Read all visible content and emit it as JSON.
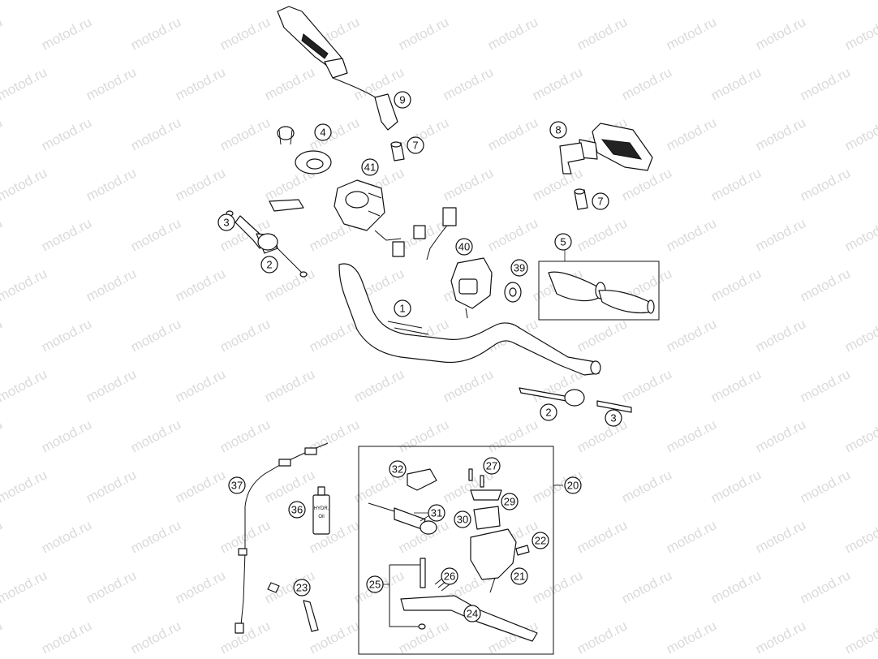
{
  "watermark": "motod.ru",
  "callouts": [
    {
      "id": "c1",
      "label": "1"
    },
    {
      "id": "c2a",
      "label": "2"
    },
    {
      "id": "c2b",
      "label": "2"
    },
    {
      "id": "c3a",
      "label": "3"
    },
    {
      "id": "c3b",
      "label": "3"
    },
    {
      "id": "c4",
      "label": "4"
    },
    {
      "id": "c5",
      "label": "5"
    },
    {
      "id": "c7a",
      "label": "7"
    },
    {
      "id": "c7b",
      "label": "7"
    },
    {
      "id": "c8",
      "label": "8"
    },
    {
      "id": "c9",
      "label": "9"
    },
    {
      "id": "c20",
      "label": "20"
    },
    {
      "id": "c21",
      "label": "21"
    },
    {
      "id": "c22",
      "label": "22"
    },
    {
      "id": "c23",
      "label": "23"
    },
    {
      "id": "c24",
      "label": "24"
    },
    {
      "id": "c25",
      "label": "25"
    },
    {
      "id": "c26",
      "label": "26"
    },
    {
      "id": "c27",
      "label": "27"
    },
    {
      "id": "c29",
      "label": "29"
    },
    {
      "id": "c30",
      "label": "30"
    },
    {
      "id": "c31",
      "label": "31"
    },
    {
      "id": "c32",
      "label": "32"
    },
    {
      "id": "c36",
      "label": "36"
    },
    {
      "id": "c37",
      "label": "37"
    },
    {
      "id": "c39",
      "label": "39"
    },
    {
      "id": "c40",
      "label": "40"
    },
    {
      "id": "c41",
      "label": "41"
    }
  ],
  "bottle_label": [
    "HYDR.",
    "Oil"
  ],
  "colors": {
    "line": "#111111",
    "watermark": "#bdbdbd",
    "background": "#ffffff"
  }
}
